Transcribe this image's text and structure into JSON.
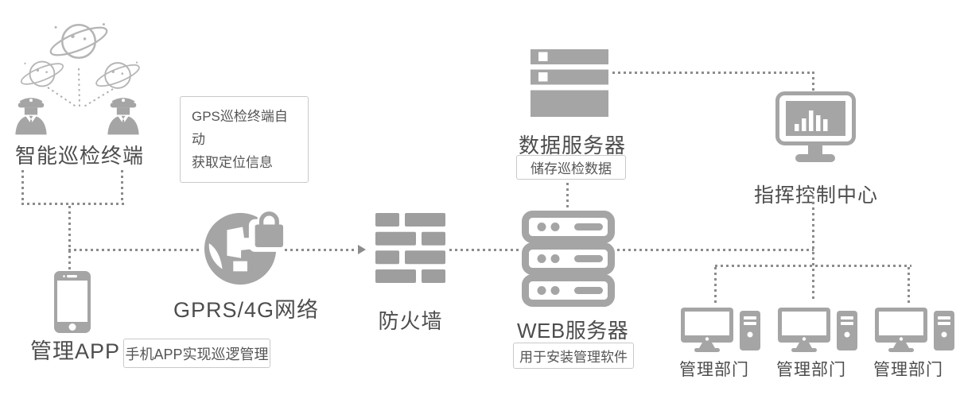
{
  "nodes": {
    "patrol_terminal": {
      "label": "智能巡检终端"
    },
    "gps_note": {
      "line1": "GPS巡检终端自动",
      "line2": "获取定位信息"
    },
    "management_app": {
      "label": "管理APP"
    },
    "app_note": {
      "text": "手机APP实现巡逻管理"
    },
    "network": {
      "label": "GPRS/4G网络"
    },
    "firewall": {
      "label": "防火墙"
    },
    "web_server": {
      "label": "WEB服务器"
    },
    "web_server_note": {
      "text": "用于安装管理软件"
    },
    "data_server": {
      "label": "数据服务器"
    },
    "data_server_note": {
      "text": "储存巡检数据"
    },
    "command_center": {
      "label": "指挥控制中心"
    },
    "departments": [
      {
        "label": "管理部门"
      },
      {
        "label": "管理部门"
      },
      {
        "label": "管理部门"
      }
    ]
  },
  "icons": {
    "satellite": "planet-with-ring-outline",
    "patrol_officer": "police-officer-silhouette",
    "phone": "smartphone",
    "network": "globe-with-padlock",
    "firewall": "brick-wall",
    "web_server": "server-rack-3-rows",
    "data_server": "storage-stack-3-bars",
    "command_center": "monitor-with-bar-chart",
    "department": "desktop-computer-with-tower"
  },
  "colors": {
    "icon_gray": "#a5a5a5",
    "outline_gray": "#b5b5b5",
    "line_gray": "#8c8c8c",
    "text_dark": "#4d4d4d",
    "note_text": "#555555",
    "note_border": "#c9c9c9"
  }
}
